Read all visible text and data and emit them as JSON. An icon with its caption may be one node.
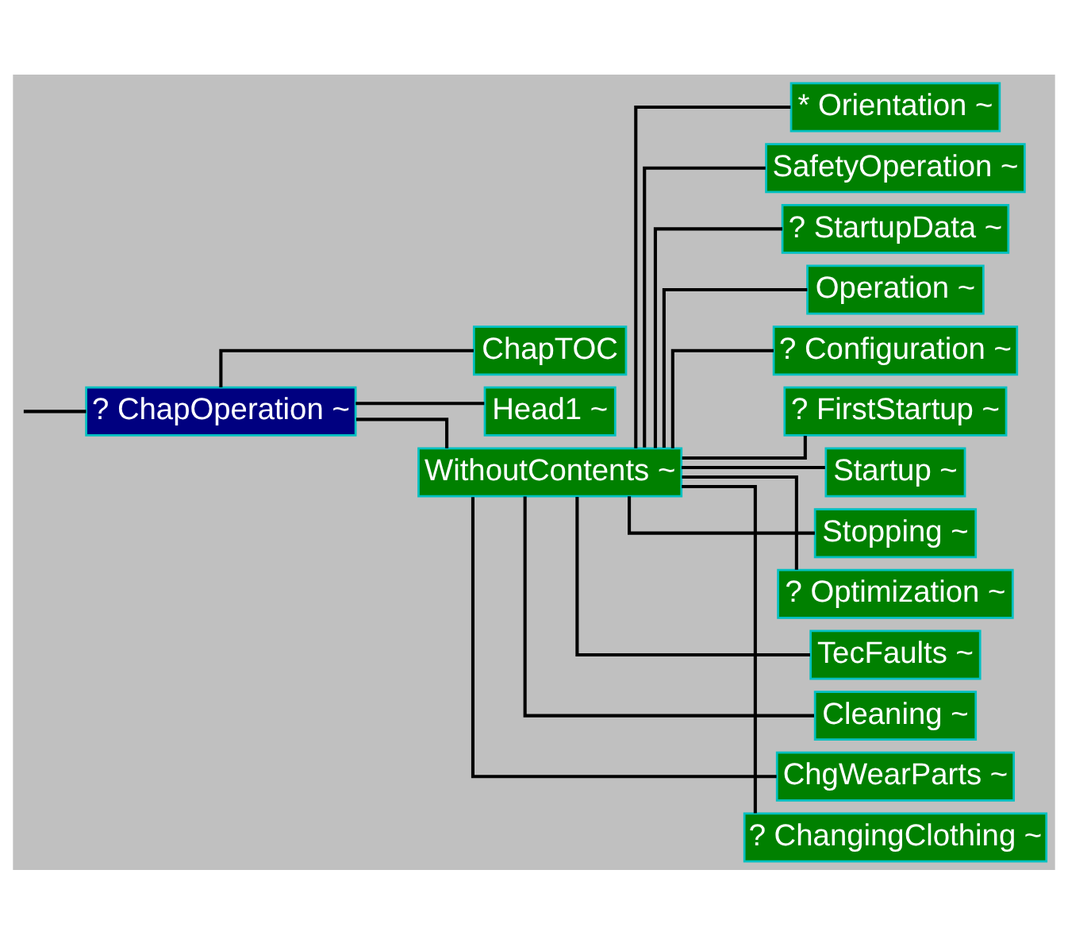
{
  "diagram": {
    "nodes": [
      {
        "text": [
          "? ChapOperation ~"
        ]
      },
      {
        "text": [
          "ChapTOC"
        ]
      },
      {
        "text": [
          "Head1 ~"
        ]
      },
      {
        "text": [
          "WithoutContents ~"
        ]
      },
      {
        "text": [
          "* Orientation ~"
        ]
      },
      {
        "text": [
          "SafetyOperation ~"
        ]
      },
      {
        "text": [
          "? StartupData ~"
        ]
      },
      {
        "text": [
          "Operation ~"
        ]
      },
      {
        "text": [
          "? Configuration ~"
        ]
      },
      {
        "text": [
          "? FirstStartup ~"
        ]
      },
      {
        "text": [
          "Startup ~"
        ]
      },
      {
        "text": [
          "Stopping ~"
        ]
      },
      {
        "text": [
          "? Optimization ~"
        ]
      },
      {
        "text": [
          "TecFaults ~"
        ]
      },
      {
        "text": [
          "Cleaning ~"
        ]
      },
      {
        "text": [
          "ChgWearParts ~"
        ]
      },
      {
        "text": [
          "? ChangingClothing ~"
        ]
      }
    ],
    "edges": [
      {
        "from": null,
        "to": 0,
        "arrow": "none"
      },
      {
        "from": 0,
        "to": 1,
        "arrow": "none"
      },
      {
        "from": 0,
        "to": 2,
        "arrow": "none"
      },
      {
        "from": 0,
        "to": 3,
        "arrow": "none"
      },
      {
        "from": 3,
        "to": 4,
        "arrow": "none"
      },
      {
        "from": 3,
        "to": 5,
        "arrow": "none"
      },
      {
        "from": 3,
        "to": 6,
        "arrow": "none"
      },
      {
        "from": 3,
        "to": 7,
        "arrow": "none"
      },
      {
        "from": 3,
        "to": 8,
        "arrow": "none"
      },
      {
        "from": 3,
        "to": 9,
        "arrow": "none"
      },
      {
        "from": 3,
        "to": 10,
        "arrow": "none"
      },
      {
        "from": 3,
        "to": 11,
        "arrow": "none"
      },
      {
        "from": 3,
        "to": 12,
        "arrow": "none"
      },
      {
        "from": 3,
        "to": 13,
        "arrow": "none"
      },
      {
        "from": 3,
        "to": 14,
        "arrow": "none"
      },
      {
        "from": 3,
        "to": 15,
        "arrow": "none"
      },
      {
        "from": 3,
        "to": 16,
        "arrow": "none"
      }
    ]
  }
}
